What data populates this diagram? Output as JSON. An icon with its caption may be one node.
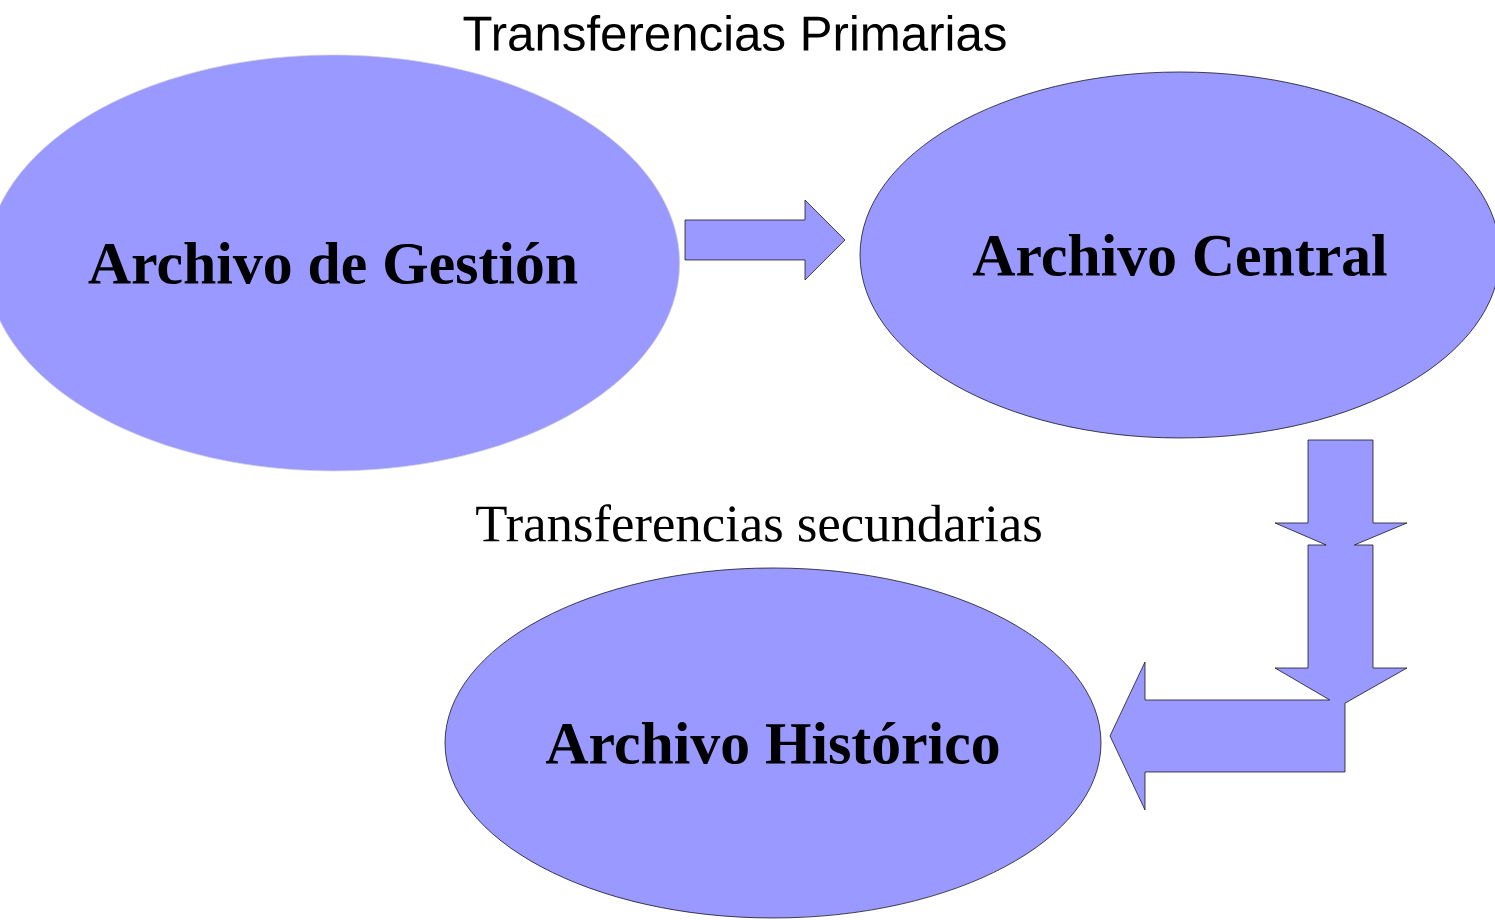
{
  "diagram": {
    "nodes": [
      {
        "text": [
          "Archivo de Gestión"
        ]
      },
      {
        "text": [
          "Archivo Central"
        ]
      },
      {
        "text": [
          "Archivo Histórico"
        ]
      }
    ],
    "edges": [
      {
        "from": 0,
        "to": 1,
        "arrow": "to"
      },
      {
        "from": 1,
        "to": 2,
        "arrow": "to"
      }
    ],
    "labels": [
      "Transferencias Primarias",
      "Transferencias secundarias"
    ]
  }
}
